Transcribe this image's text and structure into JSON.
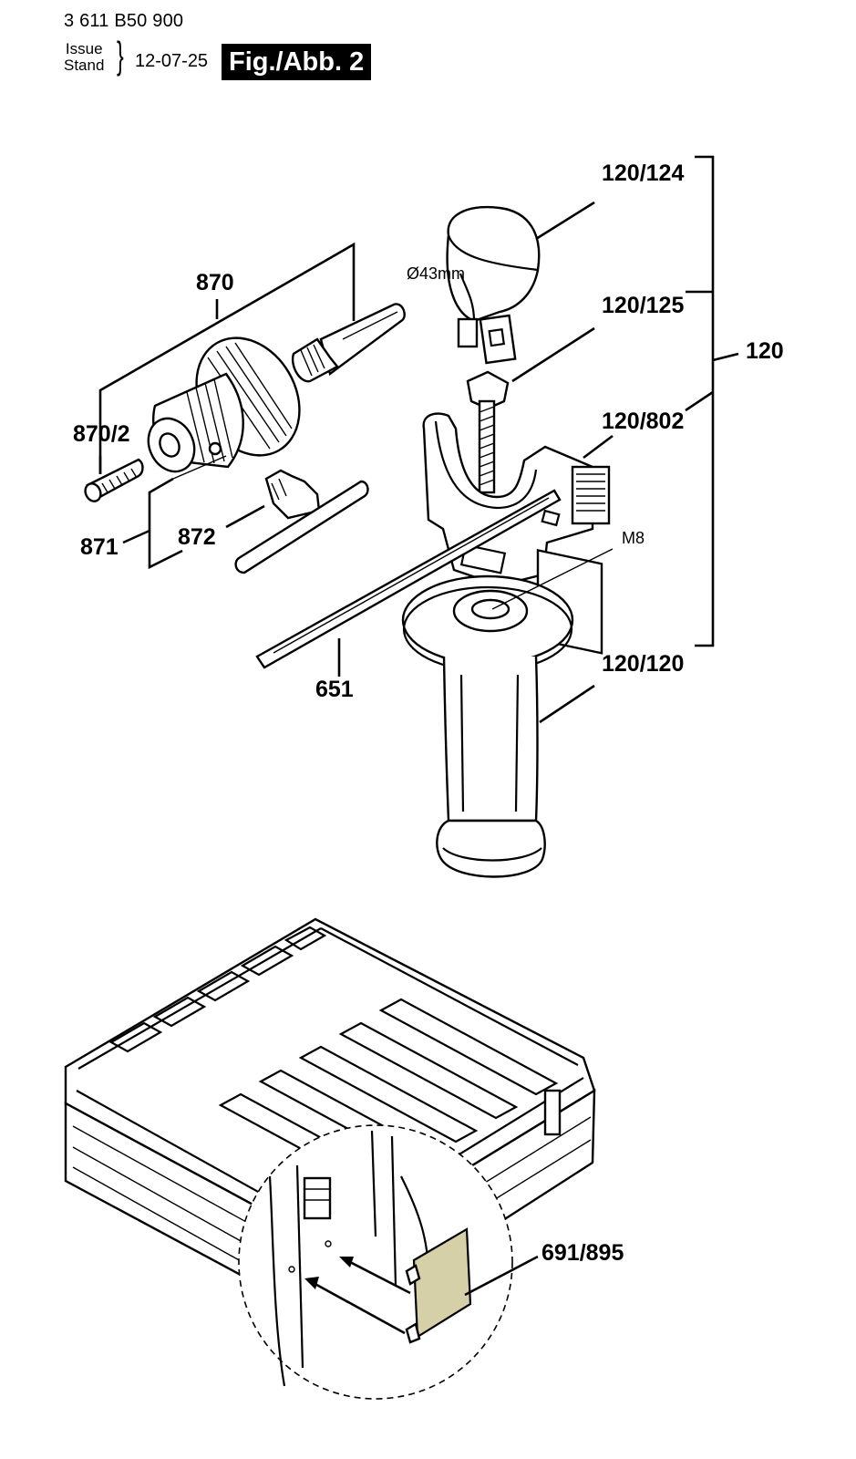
{
  "header": {
    "part_number": "3 611 B50 900",
    "issue_label": "Issue",
    "stand_label": "Stand",
    "date": "12-07-25",
    "figure_label": "Fig./Abb. 2"
  },
  "callouts": {
    "c120_124": "120/124",
    "c120_125": "120/125",
    "c120": "120",
    "c120_802": "120/802",
    "c120_120": "120/120",
    "c870": "870",
    "c870_2": "870/2",
    "c871": "871",
    "c872": "872",
    "c651": "651",
    "c691_895": "691/895"
  },
  "annotations": {
    "diameter": "Ø43mm",
    "thread": "M8"
  }
}
